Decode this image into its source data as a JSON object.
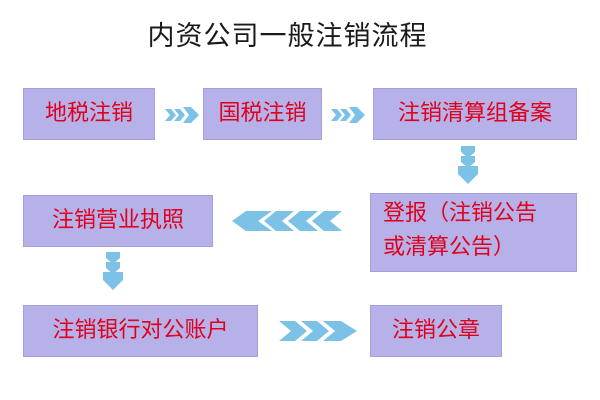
{
  "title": "内资公司一般注销流程",
  "colors": {
    "box_fill": "#b6b1e8",
    "box_text": "#e0001b",
    "arrow": "#7cc2e6"
  },
  "steps": [
    {
      "label": "地税注销"
    },
    {
      "label": "国税注销"
    },
    {
      "label": "注销清算组备案"
    },
    {
      "label": "登报（注销公告",
      "label2": "或清算公告）"
    },
    {
      "label": "注销营业执照"
    },
    {
      "label": "注销银行对公账户"
    },
    {
      "label": "注销公章"
    }
  ]
}
